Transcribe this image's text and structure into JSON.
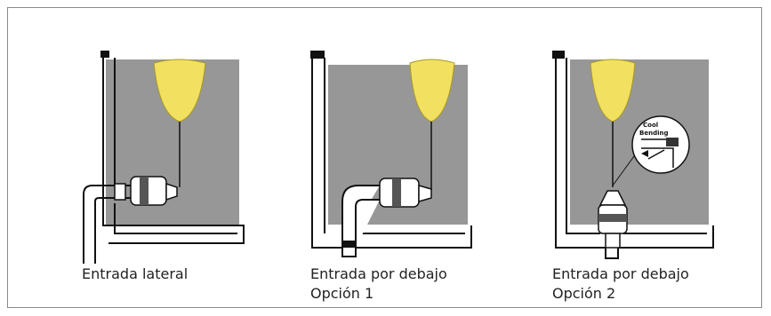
{
  "colors": {
    "liquid": "#979797",
    "float": "#f2e060",
    "line": "#111111",
    "frame": "#8a8a8a"
  },
  "panels": [
    {
      "caption_line1": "Entrada lateral",
      "caption_line2": ""
    },
    {
      "caption_line1": "Entrada por debajo",
      "caption_line2": "Opción 1"
    },
    {
      "caption_line1": "Entrada por debajo",
      "caption_line2": "Opción 2"
    }
  ],
  "detail_inset": {
    "label_line1": "Cool",
    "label_line2": "Bending"
  }
}
